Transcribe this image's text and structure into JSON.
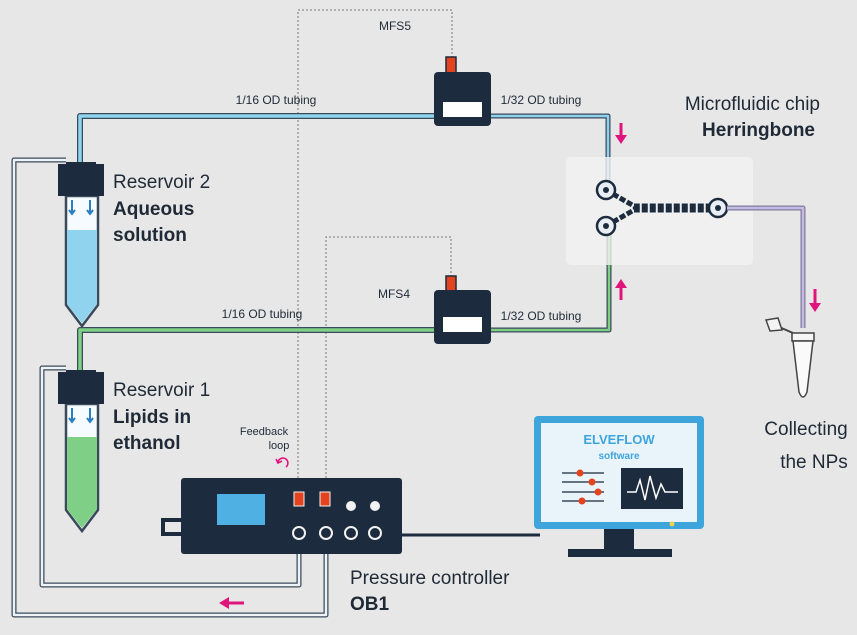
{
  "labels": {
    "mfs5": "MFS5",
    "mfs4": "MFS4",
    "tubing_116_top": "1/16 OD tubing",
    "tubing_132_top": "1/32 OD tubing",
    "tubing_116_mid": "1/16 OD tubing",
    "tubing_132_mid": "1/32 OD tubing",
    "chip_title": "Microfluidic chip",
    "chip_name": "Herringbone",
    "reservoir2_title": "Reservoir 2",
    "reservoir2_line1": "Aqueous",
    "reservoir2_line2": "solution",
    "reservoir1_title": "Reservoir 1",
    "reservoir1_line1": "Lipids in",
    "reservoir1_line2": "ethanol",
    "feedback_line1": "Feedback",
    "feedback_line2": "loop",
    "controller_title": "Pressure controller",
    "controller_name": "OB1",
    "collect_line1": "Collecting",
    "collect_line2": "the NPs",
    "software_brand": "ELVEFLOW",
    "software_sub": "software"
  },
  "colors": {
    "background": "#e7e7e7",
    "device_dark": "#1c2b3d",
    "aqueous_blue": "#8fd3ef",
    "lipid_green": "#7fcf86",
    "arrow_magenta": "#e0157c",
    "tube_outline": "#3a4a5a",
    "outlet_purple": "#a695c8",
    "monitor_blue": "#3ea4dc",
    "sensor_orange": "#e3441f"
  },
  "icons": [
    "flow-arrow-icon",
    "feedback-loop-icon",
    "graph-icon",
    "collection-tube-icon"
  ]
}
